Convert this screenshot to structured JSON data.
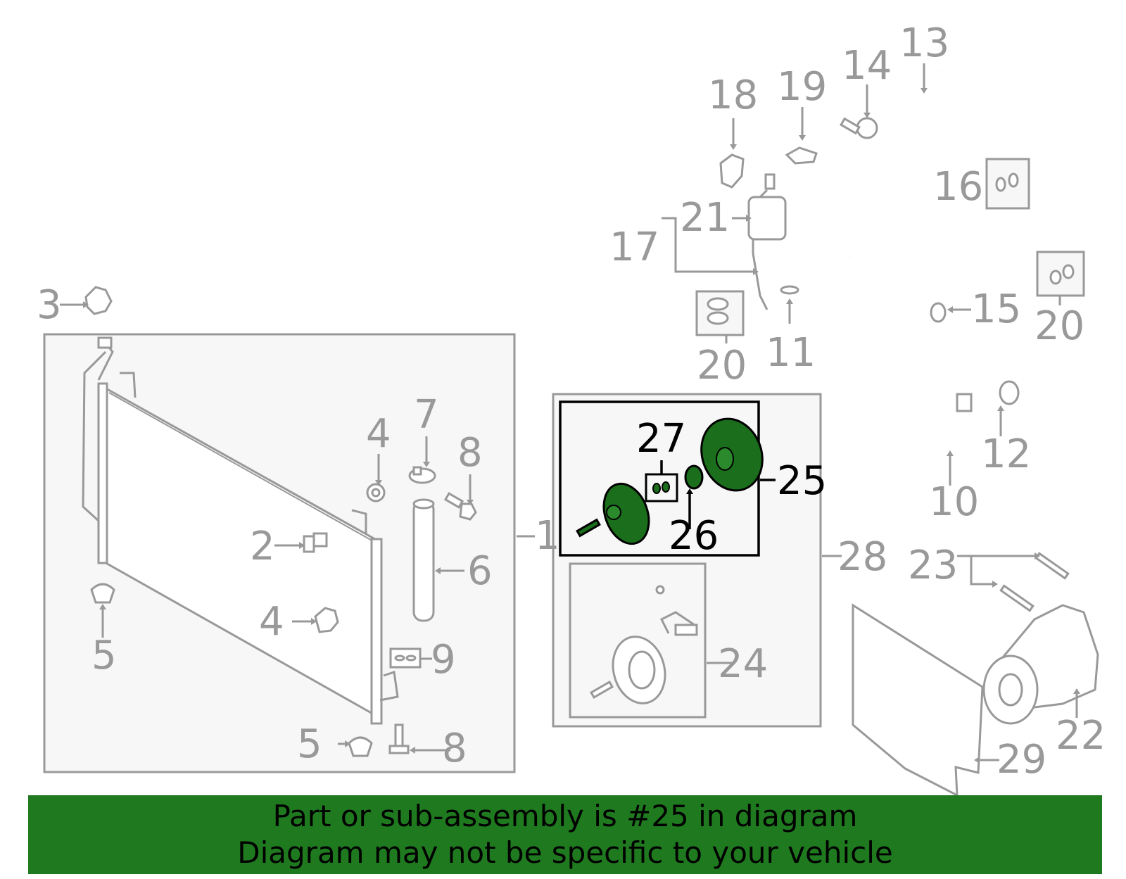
{
  "diagram": {
    "highlighted_part": "25",
    "highlight_color": "#1b6e1b",
    "callouts": [
      {
        "id": "c1",
        "text": "1"
      },
      {
        "id": "c2",
        "text": "2"
      },
      {
        "id": "c3",
        "text": "3"
      },
      {
        "id": "c4a",
        "text": "4"
      },
      {
        "id": "c4b",
        "text": "4"
      },
      {
        "id": "c5a",
        "text": "5"
      },
      {
        "id": "c5b",
        "text": "5"
      },
      {
        "id": "c6",
        "text": "6"
      },
      {
        "id": "c7",
        "text": "7"
      },
      {
        "id": "c8a",
        "text": "8"
      },
      {
        "id": "c8b",
        "text": "8"
      },
      {
        "id": "c9",
        "text": "9"
      },
      {
        "id": "c10",
        "text": "10"
      },
      {
        "id": "c11",
        "text": "11"
      },
      {
        "id": "c12",
        "text": "12"
      },
      {
        "id": "c13",
        "text": "13"
      },
      {
        "id": "c14",
        "text": "14"
      },
      {
        "id": "c15",
        "text": "15"
      },
      {
        "id": "c16",
        "text": "16"
      },
      {
        "id": "c17",
        "text": "17"
      },
      {
        "id": "c18",
        "text": "18"
      },
      {
        "id": "c19",
        "text": "19"
      },
      {
        "id": "c20a",
        "text": "20"
      },
      {
        "id": "c20b",
        "text": "20"
      },
      {
        "id": "c21",
        "text": "21"
      },
      {
        "id": "c22",
        "text": "22"
      },
      {
        "id": "c23",
        "text": "23"
      },
      {
        "id": "c24",
        "text": "24"
      },
      {
        "id": "c25",
        "text": "25"
      },
      {
        "id": "c26",
        "text": "26"
      },
      {
        "id": "c27",
        "text": "27"
      },
      {
        "id": "c28",
        "text": "28"
      },
      {
        "id": "c29",
        "text": "29"
      }
    ]
  },
  "banner": {
    "line1": "Part or sub-assembly is #25 in diagram",
    "line2": "Diagram may not be specific to your vehicle",
    "background": "#1f7a1f"
  }
}
